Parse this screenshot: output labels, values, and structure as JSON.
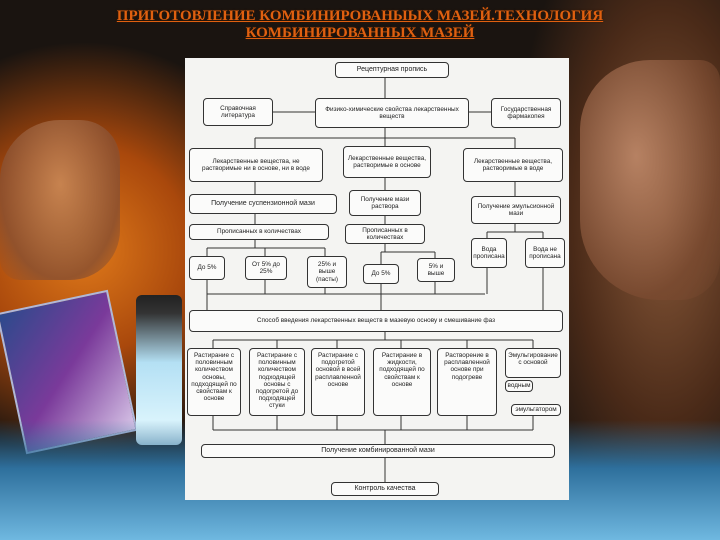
{
  "slide": {
    "title_line1": "ПРИГОТОВЛЕНИЕ КОМБИНИРОВАНЫЫХ МАЗЕЙ.ТЕХНОЛОГИЯ",
    "title_line2": "КОМБИНИРОВАННЫХ МАЗЕЙ",
    "title_color": "#e06010"
  },
  "diagram": {
    "recipe": "Рецептурная пропись",
    "reference": "Справочная литература",
    "properties": "Физико-химические свойства лекарственных веществ",
    "pharmacopoeia": "Государственная фармакопея",
    "insoluble": "Лекарственные вещества, не растворимые ни в основе, ни в воде",
    "soluble_base": "Лекарственные вещества, растворимые в основе",
    "soluble_water": "Лекарственные вещества, растворимые в воде",
    "suspension": "Получение суспензионной мази",
    "solution": "Получение мази раствора",
    "emulsion": "Получение эмульсионной мази",
    "prescribed_left": "Прописанных в количествах",
    "prescribed_mid": "Прописанных в количествах",
    "water_prescribed": "Вода прописана",
    "water_not_prescribed": "Вода не прописана",
    "up_to_5_left": "До 5%",
    "from_5_to_25": "От 5% до 25%",
    "over_25": "25% и выше (пасты)",
    "up_to_5_mid": "До 5%",
    "over_5": "5% и выше",
    "method": "Способ введения лекарственных веществ в мазевую основу и смешивание фаз",
    "m1": "Растирание с половинным количеством основы, подходящей по свойствам к основе",
    "m2": "Растирание с половинным количеством подходящей основы с подогретой до подходящей стуки",
    "m3": "Растирание с подогретой основой в всей расплавленной основе",
    "m4": "Растирание в жидкости, подходящей по свойствам к основе",
    "m5": "Растворение в расплавленной основе при подогреве",
    "m6": "Эмульгирование с основой",
    "m6b": "водным",
    "m6c": "эмульгатором",
    "combined": "Получение комбинированной мази",
    "quality": "Контроль качества"
  }
}
